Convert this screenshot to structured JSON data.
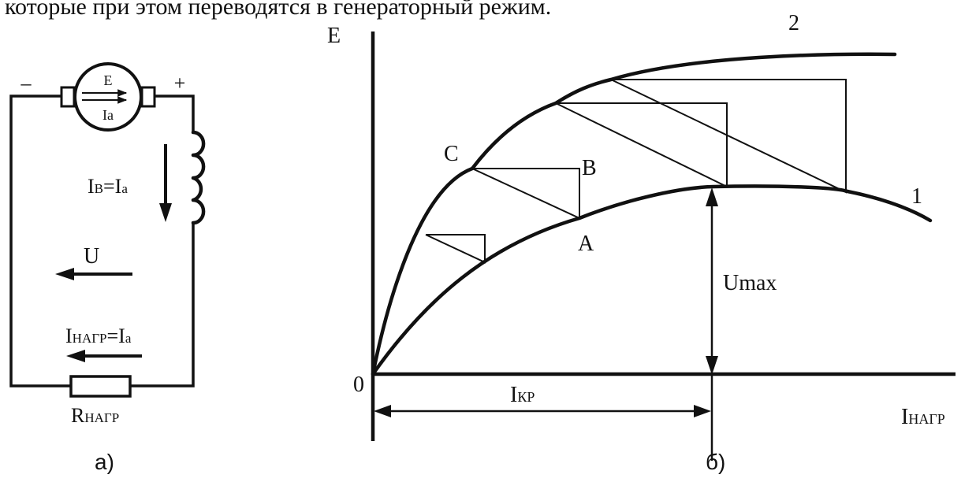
{
  "top_text": "которые при этом переводятся в генераторный режим.",
  "circuit": {
    "minus": "–",
    "plus": "+",
    "motor_E": "E",
    "motor_Ia": "Ia",
    "field_current": {
      "main": "I",
      "sub": "В",
      "rest": "=I",
      "sub2": "a"
    },
    "voltage": "U",
    "load_current": {
      "main": "I",
      "sub": "НАГР",
      "rest": "=I",
      "sub2": "a"
    },
    "resistor": {
      "main": "R",
      "sub": "НАГР"
    },
    "caption": "а)"
  },
  "graph": {
    "y_axis_label": "E",
    "origin": "0",
    "curve2_label": "2",
    "curve1_label": "1",
    "point_C": "C",
    "point_B": "B",
    "point_A": "A",
    "umax_label": "Umax",
    "ikr_label": {
      "main": "I",
      "sub": "КР"
    },
    "x_axis_label": {
      "main": "I",
      "sub": "НАГР"
    },
    "caption": "б)"
  }
}
